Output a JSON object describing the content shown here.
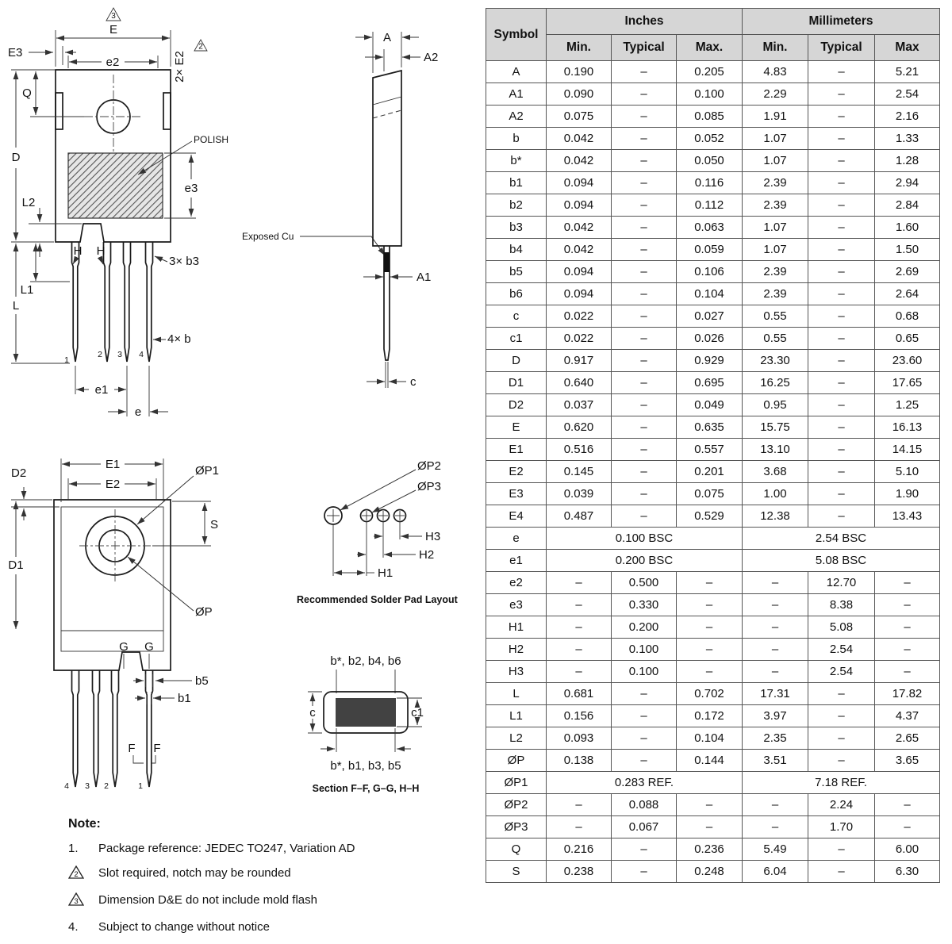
{
  "table": {
    "headers": {
      "symbol": "Symbol",
      "inches": "Inches",
      "millimeters": "Millimeters",
      "in_min": "Min.",
      "in_typ": "Typical",
      "in_max": "Max.",
      "mm_min": "Min.",
      "mm_typ": "Typical",
      "mm_max": "Max"
    },
    "rows": [
      {
        "sym": "A",
        "in": [
          "0.190",
          "–",
          "0.205"
        ],
        "mm": [
          "4.83",
          "–",
          "5.21"
        ]
      },
      {
        "sym": "A1",
        "in": [
          "0.090",
          "–",
          "0.100"
        ],
        "mm": [
          "2.29",
          "–",
          "2.54"
        ]
      },
      {
        "sym": "A2",
        "in": [
          "0.075",
          "–",
          "0.085"
        ],
        "mm": [
          "1.91",
          "–",
          "2.16"
        ]
      },
      {
        "sym": "b",
        "in": [
          "0.042",
          "–",
          "0.052"
        ],
        "mm": [
          "1.07",
          "–",
          "1.33"
        ]
      },
      {
        "sym": "b*",
        "in": [
          "0.042",
          "–",
          "0.050"
        ],
        "mm": [
          "1.07",
          "–",
          "1.28"
        ]
      },
      {
        "sym": "b1",
        "in": [
          "0.094",
          "–",
          "0.116"
        ],
        "mm": [
          "2.39",
          "–",
          "2.94"
        ]
      },
      {
        "sym": "b2",
        "in": [
          "0.094",
          "–",
          "0.112"
        ],
        "mm": [
          "2.39",
          "–",
          "2.84"
        ]
      },
      {
        "sym": "b3",
        "in": [
          "0.042",
          "–",
          "0.063"
        ],
        "mm": [
          "1.07",
          "–",
          "1.60"
        ]
      },
      {
        "sym": "b4",
        "in": [
          "0.042",
          "–",
          "0.059"
        ],
        "mm": [
          "1.07",
          "–",
          "1.50"
        ]
      },
      {
        "sym": "b5",
        "in": [
          "0.094",
          "–",
          "0.106"
        ],
        "mm": [
          "2.39",
          "–",
          "2.69"
        ]
      },
      {
        "sym": "b6",
        "in": [
          "0.094",
          "–",
          "0.104"
        ],
        "mm": [
          "2.39",
          "–",
          "2.64"
        ]
      },
      {
        "sym": "c",
        "in": [
          "0.022",
          "–",
          "0.027"
        ],
        "mm": [
          "0.55",
          "–",
          "0.68"
        ]
      },
      {
        "sym": "c1",
        "in": [
          "0.022",
          "–",
          "0.026"
        ],
        "mm": [
          "0.55",
          "–",
          "0.65"
        ]
      },
      {
        "sym": "D",
        "in": [
          "0.917",
          "–",
          "0.929"
        ],
        "mm": [
          "23.30",
          "–",
          "23.60"
        ]
      },
      {
        "sym": "D1",
        "in": [
          "0.640",
          "–",
          "0.695"
        ],
        "mm": [
          "16.25",
          "–",
          "17.65"
        ]
      },
      {
        "sym": "D2",
        "in": [
          "0.037",
          "–",
          "0.049"
        ],
        "mm": [
          "0.95",
          "–",
          "1.25"
        ]
      },
      {
        "sym": "E",
        "in": [
          "0.620",
          "–",
          "0.635"
        ],
        "mm": [
          "15.75",
          "–",
          "16.13"
        ]
      },
      {
        "sym": "E1",
        "in": [
          "0.516",
          "–",
          "0.557"
        ],
        "mm": [
          "13.10",
          "–",
          "14.15"
        ]
      },
      {
        "sym": "E2",
        "in": [
          "0.145",
          "–",
          "0.201"
        ],
        "mm": [
          "3.68",
          "–",
          "5.10"
        ]
      },
      {
        "sym": "E3",
        "in": [
          "0.039",
          "–",
          "0.075"
        ],
        "mm": [
          "1.00",
          "–",
          "1.90"
        ]
      },
      {
        "sym": "E4",
        "in": [
          "0.487",
          "–",
          "0.529"
        ],
        "mm": [
          "12.38",
          "–",
          "13.43"
        ]
      },
      {
        "sym": "e",
        "in": [
          "0.100 BSC"
        ],
        "mm": [
          "2.54 BSC"
        ]
      },
      {
        "sym": "e1",
        "in": [
          "0.200 BSC"
        ],
        "mm": [
          "5.08 BSC"
        ]
      },
      {
        "sym": "e2",
        "in": [
          "–",
          "0.500",
          "–"
        ],
        "mm": [
          "–",
          "12.70",
          "–"
        ]
      },
      {
        "sym": "e3",
        "in": [
          "–",
          "0.330",
          "–"
        ],
        "mm": [
          "–",
          "8.38",
          "–"
        ]
      },
      {
        "sym": "H1",
        "in": [
          "–",
          "0.200",
          "–"
        ],
        "mm": [
          "–",
          "5.08",
          "–"
        ]
      },
      {
        "sym": "H2",
        "in": [
          "–",
          "0.100",
          "–"
        ],
        "mm": [
          "–",
          "2.54",
          "–"
        ]
      },
      {
        "sym": "H3",
        "in": [
          "–",
          "0.100",
          "–"
        ],
        "mm": [
          "–",
          "2.54",
          "–"
        ]
      },
      {
        "sym": "L",
        "in": [
          "0.681",
          "–",
          "0.702"
        ],
        "mm": [
          "17.31",
          "–",
          "17.82"
        ]
      },
      {
        "sym": "L1",
        "in": [
          "0.156",
          "–",
          "0.172"
        ],
        "mm": [
          "3.97",
          "–",
          "4.37"
        ]
      },
      {
        "sym": "L2",
        "in": [
          "0.093",
          "–",
          "0.104"
        ],
        "mm": [
          "2.35",
          "–",
          "2.65"
        ]
      },
      {
        "sym": "ØP",
        "in": [
          "0.138",
          "–",
          "0.144"
        ],
        "mm": [
          "3.51",
          "–",
          "3.65"
        ]
      },
      {
        "sym": "ØP1",
        "in": [
          "0.283 REF."
        ],
        "mm": [
          "7.18 REF."
        ]
      },
      {
        "sym": "ØP2",
        "in": [
          "–",
          "0.088",
          "–"
        ],
        "mm": [
          "–",
          "2.24",
          "–"
        ]
      },
      {
        "sym": "ØP3",
        "in": [
          "–",
          "0.067",
          "–"
        ],
        "mm": [
          "–",
          "1.70",
          "–"
        ]
      },
      {
        "sym": "Q",
        "in": [
          "0.216",
          "–",
          "0.236"
        ],
        "mm": [
          "5.49",
          "–",
          "6.00"
        ]
      },
      {
        "sym": "S",
        "in": [
          "0.238",
          "–",
          "0.248"
        ],
        "mm": [
          "6.04",
          "–",
          "6.30"
        ]
      }
    ]
  },
  "drawing": {
    "front": {
      "tri3": "3",
      "E": "E",
      "E3": "E3",
      "e2": "e2",
      "E2x": "2× E2",
      "tri2": "2",
      "Q": "Q",
      "D": "D",
      "L2": "L2",
      "H1": "H",
      "H2": "H",
      "L1": "L1",
      "L": "L",
      "polish": "POLISH",
      "e3": "e3",
      "exposed": "Exposed Cu",
      "b3": "3× b3",
      "b": "4× b",
      "p1": "1",
      "p2": "2",
      "p3": "3",
      "p4": "4",
      "e1": "e1",
      "e": "e"
    },
    "side": {
      "A": "A",
      "A2": "A2",
      "A1": "A1",
      "c": "c"
    },
    "back": {
      "E1": "E1",
      "E2": "E2",
      "D2": "D2",
      "P1": "ØP1",
      "S": "S",
      "D1": "D1",
      "P": "ØP",
      "G1": "G",
      "G2": "G",
      "b5": "b5",
      "b1": "b1",
      "F1": "F",
      "F2": "F",
      "p4": "4",
      "p3": "3",
      "p2": "2",
      "p1": "1"
    },
    "pads": {
      "P2": "ØP2",
      "P3": "ØP3",
      "H3": "H3",
      "H2": "H2",
      "H1": "H1",
      "caption": "Recommended Solder Pad Layout"
    },
    "section": {
      "top": "b*, b2, b4, b6",
      "c": "c",
      "c1": "c1",
      "bottom": "b*, b1, b3, b5",
      "caption": "Section F–F, G–G, H–H"
    }
  },
  "notes": {
    "title": "Note:",
    "items": [
      {
        "marker": "1.",
        "type": "num",
        "text": "Package reference: JEDEC TO247, Variation AD"
      },
      {
        "marker": "2",
        "type": "tri",
        "text": "Slot required, notch may be rounded"
      },
      {
        "marker": "3",
        "type": "tri",
        "text": "Dimension D&E do not include mold flash"
      },
      {
        "marker": "4.",
        "type": "num",
        "text": "Subject to change without notice"
      }
    ]
  }
}
